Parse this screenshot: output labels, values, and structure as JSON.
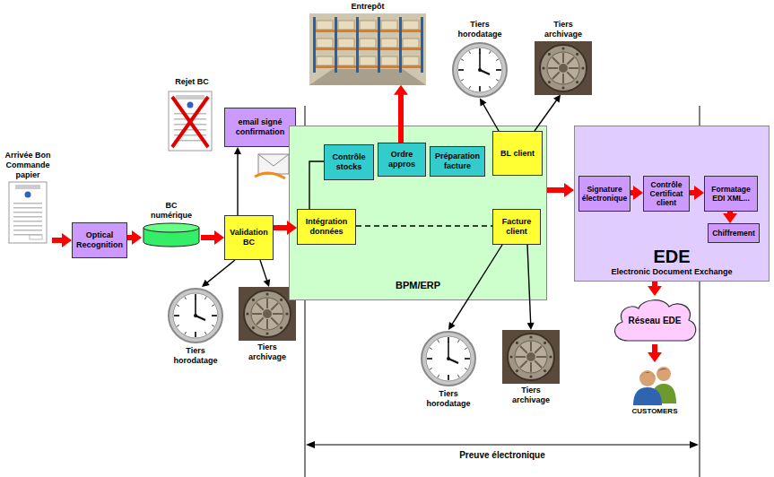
{
  "diagram": {
    "nodes": [
      {
        "text": [
          "Arrivée Bon Commande papier"
        ]
      },
      {
        "text": [
          "Optical Recognition"
        ]
      },
      {
        "text": [
          "BC numérique"
        ]
      },
      {
        "text": [
          "email signé confirmation"
        ]
      },
      {
        "text": [
          "Validation BC"
        ]
      },
      {
        "text": [
          "Tiers horodatage"
        ]
      },
      {
        "text": [
          "Tiers archivage"
        ]
      },
      {
        "text": [
          "Entrepôt"
        ]
      },
      {
        "text": [
          "Tiers horodatage"
        ]
      },
      {
        "text": [
          "Tiers archivage"
        ]
      },
      {
        "text": [
          "BPM/ERP"
        ]
      },
      {
        "text": [
          "Contrôle stocks"
        ],
        "in": 10
      },
      {
        "text": [
          "Ordre appros"
        ],
        "in": 10
      },
      {
        "text": [
          "Préparation facture"
        ],
        "in": 10
      },
      {
        "text": [
          "BL client"
        ],
        "in": 10
      },
      {
        "text": [
          "Intégration données"
        ],
        "in": 10
      },
      {
        "text": [
          "Facture client"
        ],
        "in": 10
      },
      {
        "text": [
          "Tiers horodatage"
        ]
      },
      {
        "text": [
          "Tiers archivage"
        ]
      },
      {
        "text": [
          "EDE",
          "Electronic Document Exchange"
        ]
      },
      {
        "text": [
          "Signature électronique"
        ],
        "in": 19
      },
      {
        "text": [
          "Contrôle Certificat client"
        ],
        "in": 19
      },
      {
        "text": [
          "Formatage EDI XML..."
        ],
        "in": 19
      },
      {
        "text": [
          "Chiffrement"
        ],
        "in": 19
      },
      {
        "text": [
          "Réseau EDE"
        ]
      },
      {
        "text": [
          "CUSTOMERS"
        ]
      }
    ],
    "edges": [
      {
        "from": 0,
        "to": 1,
        "arrow": "to"
      },
      {
        "from": 1,
        "to": 2,
        "arrow": "to"
      },
      {
        "from": 2,
        "to": 4,
        "arrow": "to"
      },
      {
        "from": 4,
        "to": 3,
        "arrow": "to"
      },
      {
        "from": 4,
        "to": 15,
        "arrow": "to"
      },
      {
        "from": 4,
        "to": 5,
        "arrow": "to"
      },
      {
        "from": 4,
        "to": 6,
        "arrow": "to"
      },
      {
        "from": 15,
        "to": 11,
        "arrow": "none"
      },
      {
        "from": 12,
        "to": 7,
        "arrow": "to"
      },
      {
        "from": 14,
        "to": 8,
        "arrow": "to"
      },
      {
        "from": 14,
        "to": 9,
        "arrow": "to"
      },
      {
        "from": 15,
        "to": 16,
        "arrow": "none"
      },
      {
        "from": 16,
        "to": 17,
        "arrow": "to"
      },
      {
        "from": 16,
        "to": 18,
        "arrow": "to"
      },
      {
        "from": 10,
        "to": 19,
        "arrow": "to"
      },
      {
        "from": 20,
        "to": 21,
        "arrow": "to"
      },
      {
        "from": 21,
        "to": 22,
        "arrow": "to"
      },
      {
        "from": 22,
        "to": 23,
        "arrow": "to"
      },
      {
        "from": 19,
        "to": 24,
        "arrow": "to"
      },
      {
        "from": 24,
        "to": 25,
        "arrow": "to"
      }
    ],
    "labels": [
      "Rejet BC",
      "Preuve électronique"
    ]
  }
}
